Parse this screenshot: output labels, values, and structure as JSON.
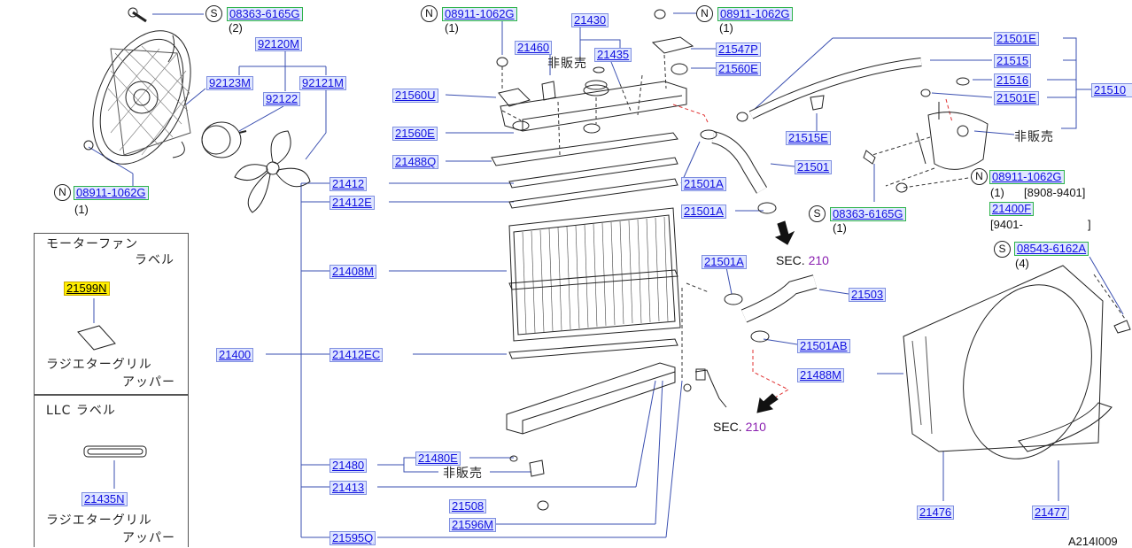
{
  "labels": {
    "p08363_6165G_top": "08363-6165G",
    "p92120M": "92120M",
    "p92123M": "92123M",
    "p92121M": "92121M",
    "p92122": "92122",
    "p08911_1062G_left": "08911-1062G",
    "p08911_1062G_topmid": "08911-1062G",
    "p21430": "21430",
    "p21460": "21460",
    "p21435": "21435",
    "p21560U": "21560U",
    "p21560E_left": "21560E",
    "p21488Q": "21488Q",
    "p21412": "21412",
    "p21412E": "21412E",
    "p21408M": "21408M",
    "p21400": "21400",
    "p21412EC": "21412EC",
    "p21480": "21480",
    "p21480E": "21480E",
    "p21413": "21413",
    "p21508": "21508",
    "p21596M": "21596M",
    "p21595Q": "21595Q",
    "p08911_1062G_topright": "08911-1062G",
    "p21547P": "21547P",
    "p21560E_right": "21560E",
    "p21515E": "21515E",
    "p21501": "21501",
    "p21501A_1": "21501A",
    "p21501A_2": "21501A",
    "p21501A_3": "21501A",
    "p21503": "21503",
    "p21501AB": "21501AB",
    "p21488M": "21488M",
    "p21501E_1": "21501E",
    "p21515": "21515",
    "p21516": "21516",
    "p21501E_2": "21501E",
    "p21510": "21510",
    "p08363_6165G_mid": "08363-6165G",
    "p08911_1062G_right": "08911-1062G",
    "p21400F": "21400F",
    "p08543_6162A": "08543-6162A",
    "p21476": "21476",
    "p21477": "21477",
    "p21599N": "21599N",
    "p21435N": "21435N"
  },
  "texts": {
    "qty2_top": "(2)",
    "qty1_left": "(1)",
    "qty1_topmid": "(1)",
    "qty1_topright": "(1)",
    "qty1_mid": "(1)",
    "qty1_right": "(1)",
    "date_range1": "[8908-9401]",
    "date_range2_a": "[9401-",
    "date_range2_b": "]",
    "qty4": "(4)",
    "figure_code": "A214I009"
  },
  "circle_letters": {
    "s_top": "S",
    "n_left": "N",
    "n_topmid": "N",
    "n_topright": "N",
    "s_mid": "S",
    "n_right": "N",
    "s_right": "S"
  },
  "japanese": {
    "not_for_sale_1": "非販売",
    "not_for_sale_2": "非販売",
    "not_for_sale_3": "非販売",
    "motor_fan_1": "モーターファン",
    "motor_fan_2": "ラベル",
    "radiator_grille_1a": "ラジエターグリル",
    "radiator_grille_1b": "アッパー",
    "llc_label": "LLC ラベル",
    "radiator_grille_2a": "ラジエターグリル",
    "radiator_grille_2b": "アッパー"
  },
  "sec": {
    "sec1_prefix": "SEC.",
    "sec1_num": "210",
    "sec2_prefix": "SEC.",
    "sec2_num": "210"
  }
}
